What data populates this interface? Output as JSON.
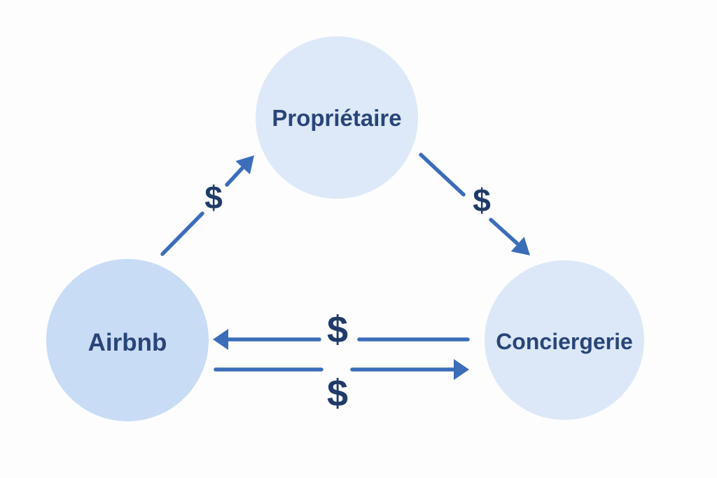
{
  "page": {
    "background_color": "#fdfdfe"
  },
  "diagram": {
    "type": "payment-flow-triangle",
    "arrow_color": "#3b6db9",
    "money_symbol_color": "#203b69",
    "node_label_color": "#28457a",
    "nodes": {
      "proprietaire": {
        "label": "Propriétaire",
        "fill": "#dde9f8"
      },
      "airbnb": {
        "label": "Airbnb",
        "fill": "#c9dcf6"
      },
      "conciergerie": {
        "label": "Conciergerie",
        "fill": "#dce8f8"
      }
    },
    "edges": [
      {
        "from": "Airbnb",
        "to": "Propriétaire",
        "label": "$",
        "direction": "up-right"
      },
      {
        "from": "Propriétaire",
        "to": "Conciergerie",
        "label": "$",
        "direction": "down-right"
      },
      {
        "from": "Conciergerie",
        "to": "Airbnb",
        "label": "$",
        "direction": "left"
      },
      {
        "from": "Airbnb",
        "to": "Conciergerie",
        "label": "$",
        "direction": "right"
      }
    ]
  }
}
